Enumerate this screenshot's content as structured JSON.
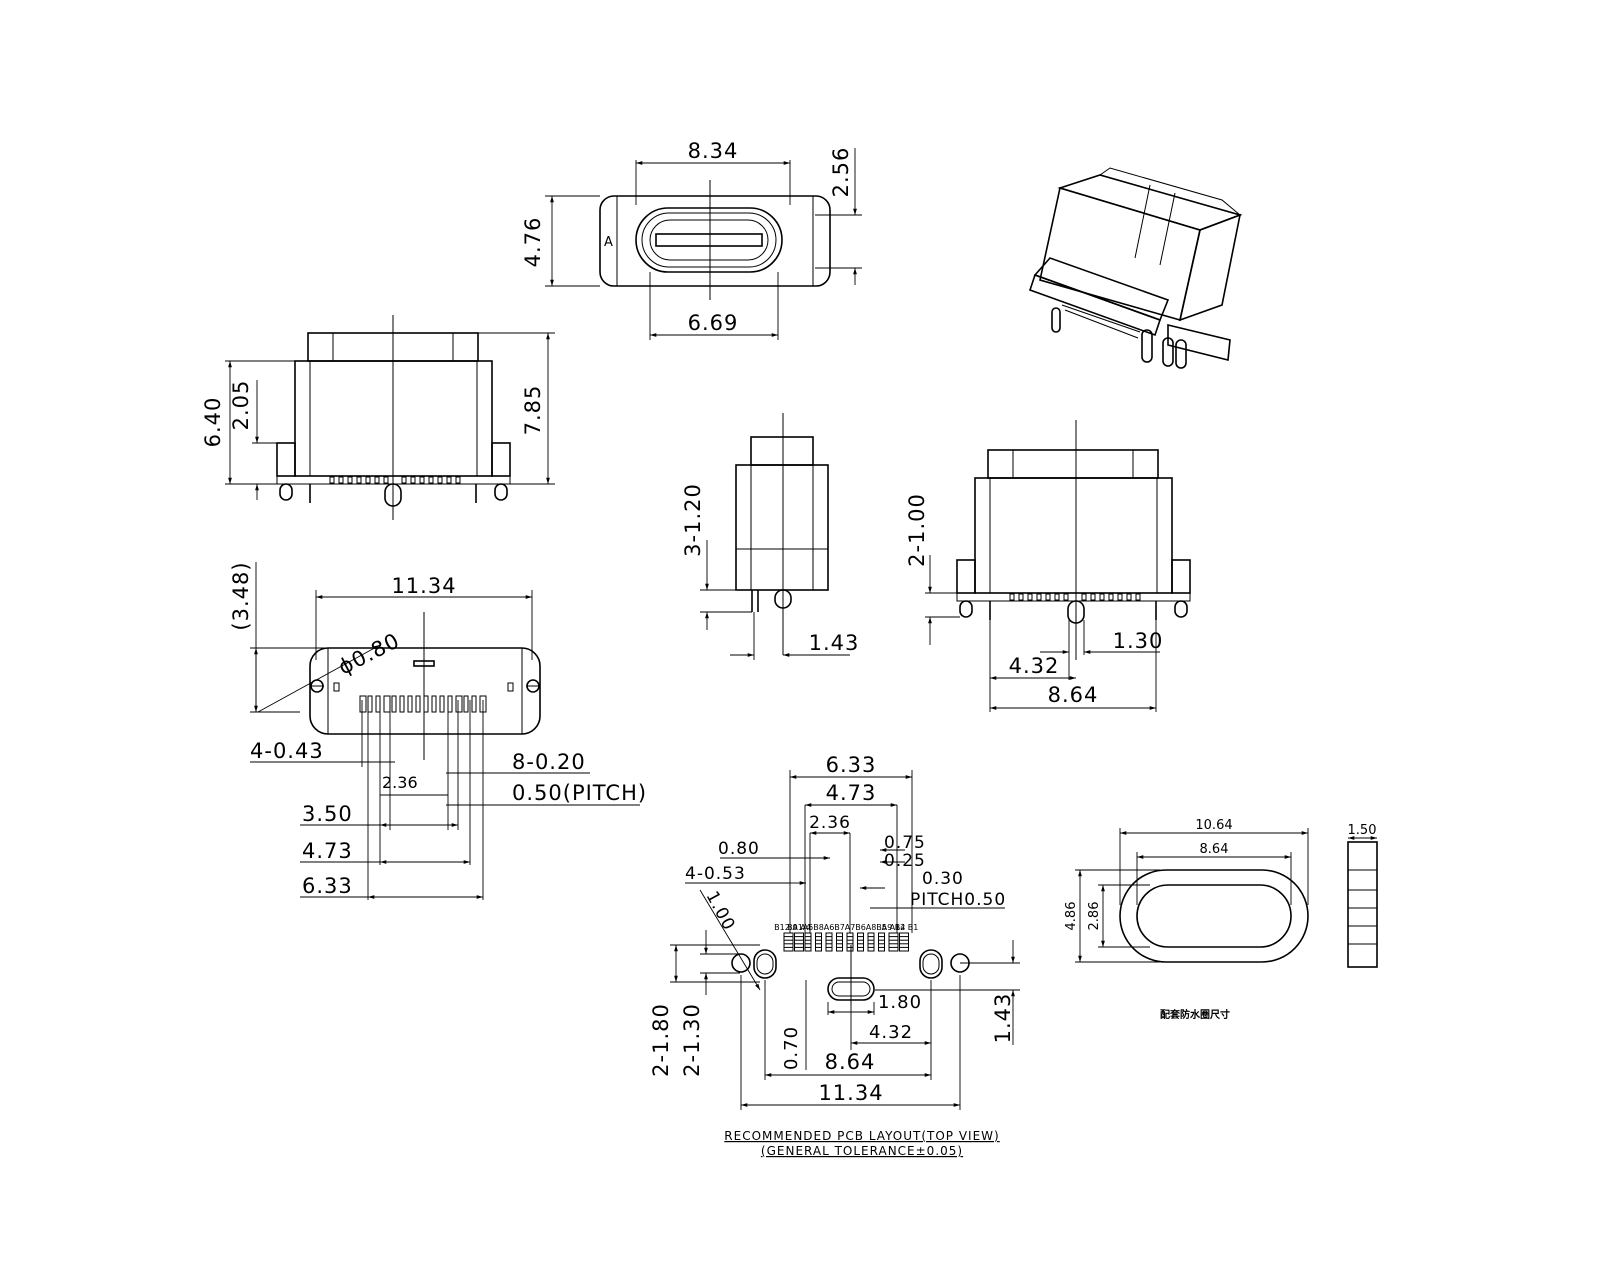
{
  "front_view": {
    "width_outer": "8.34",
    "depth": "2.56",
    "height": "4.76",
    "width_inner": "6.69",
    "pin_marker": "A"
  },
  "side_view_left": {
    "total_height": "7.85",
    "body_height": "6.40",
    "pin_length": "2.05"
  },
  "bottom_view": {
    "ref_height": "(3.48)",
    "width": "11.34",
    "hole_dia": "ϕ0.80",
    "pad_width_a": "4-0.43",
    "pad_width_b": "8-0.20",
    "span_236": "2.36",
    "pitch": "0.50(PITCH)",
    "span_350": "3.50",
    "span_473": "4.73",
    "span_633": "6.33"
  },
  "side_view_narrow": {
    "pin_label": "3-1.20",
    "offset": "1.43"
  },
  "side_view_right": {
    "pin_label": "2-1.00",
    "offset_130": "1.30",
    "offset_432": "4.32",
    "width_864": "8.64"
  },
  "pcb_layout": {
    "dim_633": "6.33",
    "dim_473": "4.73",
    "dim_236": "2.36",
    "dim_075": "0.75",
    "dim_080": "0.80",
    "dim_025": "0.25",
    "dim_053": "4-0.53",
    "dim_030": "0.30",
    "pitch": "PITCH0.50",
    "dim_100": "1.00",
    "dim_180a": "2-1.80",
    "dim_130": "2-1.30",
    "dim_070": "0.70",
    "dim_180b": "1.80",
    "dim_432": "4.32",
    "dim_864": "8.64",
    "dim_1134": "11.34",
    "dim_143": "1.43",
    "pin_labels": [
      "B12 A1",
      "B9 A4",
      "A5",
      "B8",
      "A6",
      "B7",
      "A7",
      "B6",
      "A8",
      "B5",
      "A9 B4",
      "A12 B1"
    ],
    "title": "RECOMMENDED  PCB  LAYOUT(TOP  VIEW)",
    "subtitle": "(GENERAL  TOLERANCE±0.05)"
  },
  "gasket_view": {
    "width_outer": "10.64",
    "width_inner": "8.64",
    "thickness": "1.50",
    "height_outer": "4.86",
    "height_inner": "2.86",
    "caption": "配套防水圈尺寸"
  }
}
